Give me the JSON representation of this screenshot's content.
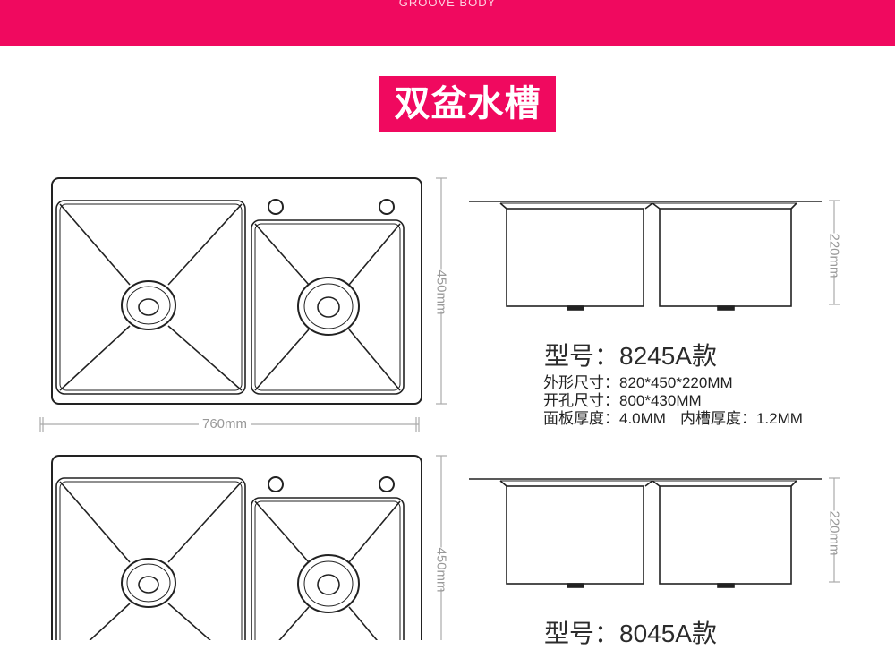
{
  "header": {
    "banner_text": "GROOVE BODY",
    "title": "双盆水槽",
    "brand_color": "#f0095f"
  },
  "products": [
    {
      "width_dim": "760mm",
      "height_dim": "450mm",
      "depth_dim": "220mm",
      "model": "型号：8245A款",
      "specs": [
        {
          "label": "外形尺寸：",
          "value": "820*450*220MM"
        },
        {
          "label": "开孔尺寸：",
          "value": "800*430MM"
        },
        {
          "label": "面板厚度：",
          "value": "4.0MM"
        }
      ],
      "extra_spec": {
        "label": "内槽厚度：",
        "value": "1.2MM"
      }
    },
    {
      "height_dim": "450mm",
      "depth_dim": "220mm",
      "model": "型号：8045A款"
    }
  ]
}
